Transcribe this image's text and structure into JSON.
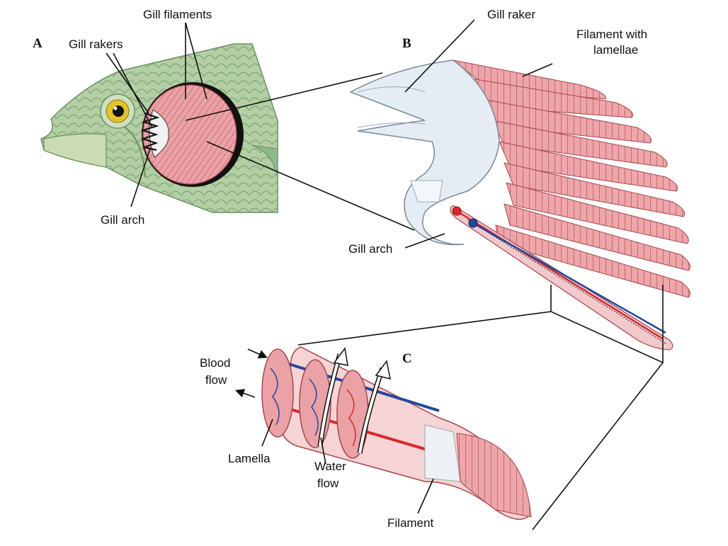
{
  "panels": {
    "a": "A",
    "b": "B",
    "c": "C"
  },
  "labels": {
    "gill_filaments": "Gill filaments",
    "gill_rakers": "Gill rakers",
    "gill_arch_a": "Gill arch",
    "gill_raker": "Gill raker",
    "filament_with_lamellae_1": "Filament with",
    "filament_with_lamellae_2": "lamellae",
    "gill_arch_b": "Gill arch",
    "blood_flow_1": "Blood",
    "blood_flow_2": "flow",
    "lamella": "Lamella",
    "water_flow_1": "Water",
    "water_flow_2": "flow",
    "filament": "Filament"
  },
  "colors": {
    "fish_body": "#a9c79a",
    "fish_scales": "#7fa67a",
    "gill_pink": "#e8a0a3",
    "gill_dark": "#c25a63",
    "raker_white": "#e6ecf3",
    "artery_red": "#d8282e",
    "vein_blue": "#24479c",
    "outline": "#111111"
  }
}
